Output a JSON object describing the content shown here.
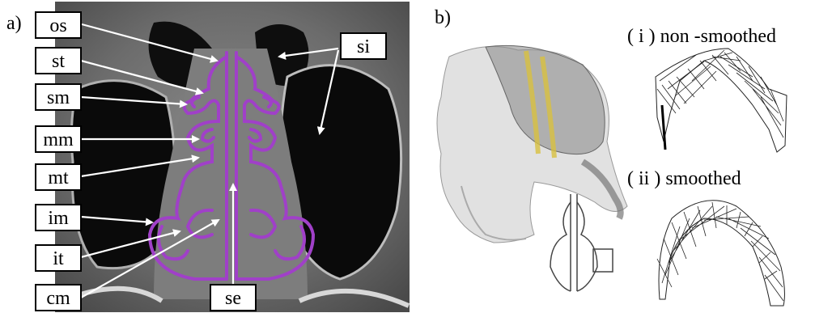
{
  "panel_a": {
    "letter": "a)",
    "labels": [
      "os",
      "st",
      "sm",
      "mm",
      "mt",
      "im",
      "it",
      "cm",
      "se",
      "si"
    ]
  },
  "panel_b": {
    "letter": "b)",
    "caption_i": "( i ) non -smoothed",
    "caption_ii": "( ii ) smoothed"
  },
  "colors": {
    "outline": "#a040c8",
    "mesh": "#222222",
    "yellow": "#d8c040"
  }
}
